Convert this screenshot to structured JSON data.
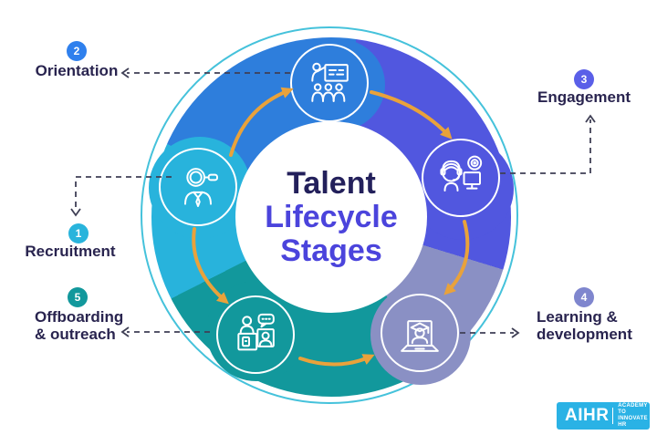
{
  "diagram": {
    "title": {
      "line1": "Talent",
      "line2": "Lifecycle",
      "line3": "Stages"
    },
    "stages": [
      {
        "num": "1",
        "line1": "Recruitment",
        "line2": "",
        "color": "#29B4DC",
        "icon": "magnifier-person-icon"
      },
      {
        "num": "2",
        "line1": "Orientation",
        "line2": "",
        "color": "#2F80ED",
        "icon": "presentation-icon"
      },
      {
        "num": "3",
        "line1": "Engagement",
        "line2": "",
        "color": "#5A5FE8",
        "icon": "support-agent-icon"
      },
      {
        "num": "4",
        "line1": "Learning &",
        "line2": "development",
        "color": "#7F86CE",
        "icon": "laptop-graduate-icon"
      },
      {
        "num": "5",
        "line1": "Offboarding",
        "line2": "& outreach",
        "color": "#12989C",
        "icon": "exit-interview-icon"
      }
    ],
    "ring_colors": {
      "blue": "#2E7EDC",
      "indigo": "#5157DF",
      "lavender": "#8A90C4",
      "teal": "#12989C",
      "cyan": "#28B3DC"
    },
    "arrow_color": "#E9A23B",
    "connector_color": "#3F3F55",
    "outline_color": "#45C2DB"
  },
  "logo": {
    "brand": "AIHR",
    "tagline_line1": "ACADEMY TO",
    "tagline_line2": "INNOVATE HR",
    "bg": "#2AB2E5"
  }
}
